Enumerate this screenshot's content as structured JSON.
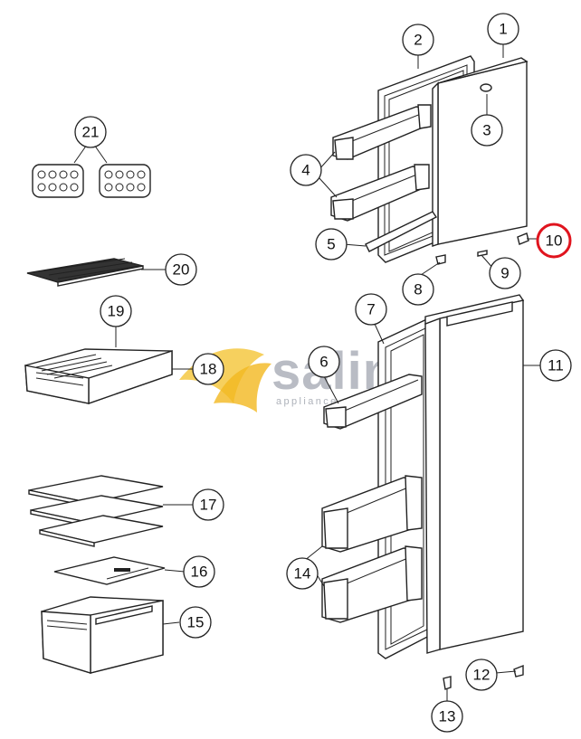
{
  "watermark": {
    "brand": "salin",
    "tagline": "appliance spares",
    "colors": {
      "swoosh": "#f5c842",
      "text": "#b9bcc4"
    }
  },
  "callouts": [
    {
      "id": "1",
      "label": "1"
    },
    {
      "id": "2",
      "label": "2"
    },
    {
      "id": "3",
      "label": "3"
    },
    {
      "id": "4",
      "label": "4"
    },
    {
      "id": "5",
      "label": "5"
    },
    {
      "id": "6",
      "label": "6"
    },
    {
      "id": "7",
      "label": "7"
    },
    {
      "id": "8",
      "label": "8"
    },
    {
      "id": "9",
      "label": "9"
    },
    {
      "id": "10",
      "label": "10",
      "highlighted": true
    },
    {
      "id": "11",
      "label": "11"
    },
    {
      "id": "12",
      "label": "12"
    },
    {
      "id": "13",
      "label": "13"
    },
    {
      "id": "14",
      "label": "14"
    },
    {
      "id": "15",
      "label": "15"
    },
    {
      "id": "16",
      "label": "16"
    },
    {
      "id": "17",
      "label": "17"
    },
    {
      "id": "18",
      "label": "18"
    },
    {
      "id": "19",
      "label": "19"
    },
    {
      "id": "20",
      "label": "20"
    },
    {
      "id": "21",
      "label": "21"
    }
  ],
  "colors": {
    "line": "#222222",
    "highlight": "#e0141e"
  }
}
